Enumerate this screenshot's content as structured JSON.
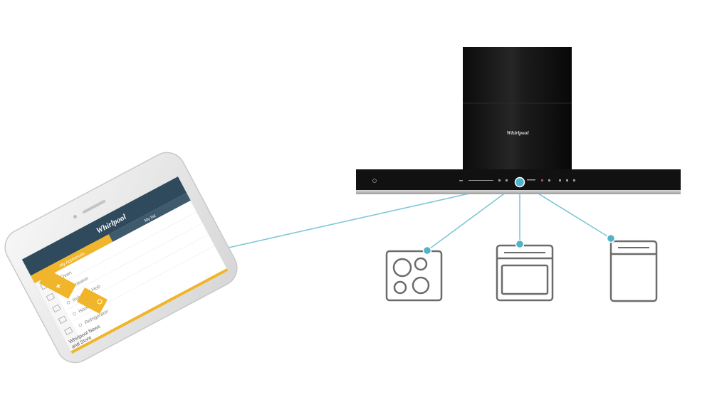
{
  "hood": {
    "brand": "Whirlpool"
  },
  "phone": {
    "brand": "Whirlpool",
    "tabs": [
      "My Appliances",
      "My list"
    ],
    "appliances": [
      "Oven",
      "Microwave",
      "Induction Hob",
      "Hood",
      "Refrigerator"
    ],
    "news_label_line1": "Whirlpool News",
    "news_label_line2": "and Store",
    "add_button": "+"
  },
  "icons": [
    "hob-icon",
    "oven-icon",
    "dishwasher-icon"
  ],
  "colors": {
    "connector": "#7fc7d6",
    "node": "#4fb3c9",
    "hood_body": "#151515",
    "appliance_stroke": "#6b6b6b",
    "app_accent": "#f0b52a",
    "app_header": "#2f4a5c"
  }
}
